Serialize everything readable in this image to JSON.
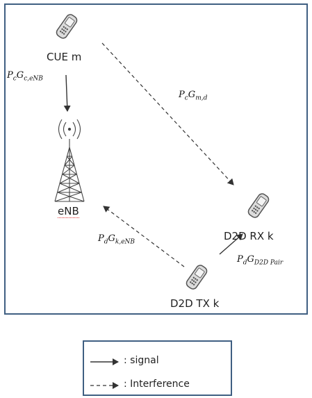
{
  "nodes": {
    "cue": "CUE m",
    "enb": "eNB",
    "d2d_rx": "D2D RX k",
    "d2d_tx": "D2D TX k"
  },
  "links": {
    "cue_to_enb": {
      "base": "P",
      "base_sub": "c",
      "gain": "G",
      "gain_sub": "c,eNB"
    },
    "cue_to_rx": {
      "base": "P",
      "base_sub": "c",
      "gain": "G",
      "gain_sub": "m,d"
    },
    "tx_to_enb": {
      "base": "P",
      "base_sub": "d",
      "gain": "G",
      "gain_sub": "k,eNB"
    },
    "tx_to_rx": {
      "base": "P",
      "base_sub": "d",
      "gain": "G",
      "gain_sub": "D2D Pair"
    }
  },
  "legend": {
    "signal": ": signal",
    "interference": ": Interference"
  },
  "colors": {
    "frame": "#3f5f82",
    "arrow": "#333333",
    "phone_fill": "#dcdcdc",
    "tower": "#444444"
  }
}
